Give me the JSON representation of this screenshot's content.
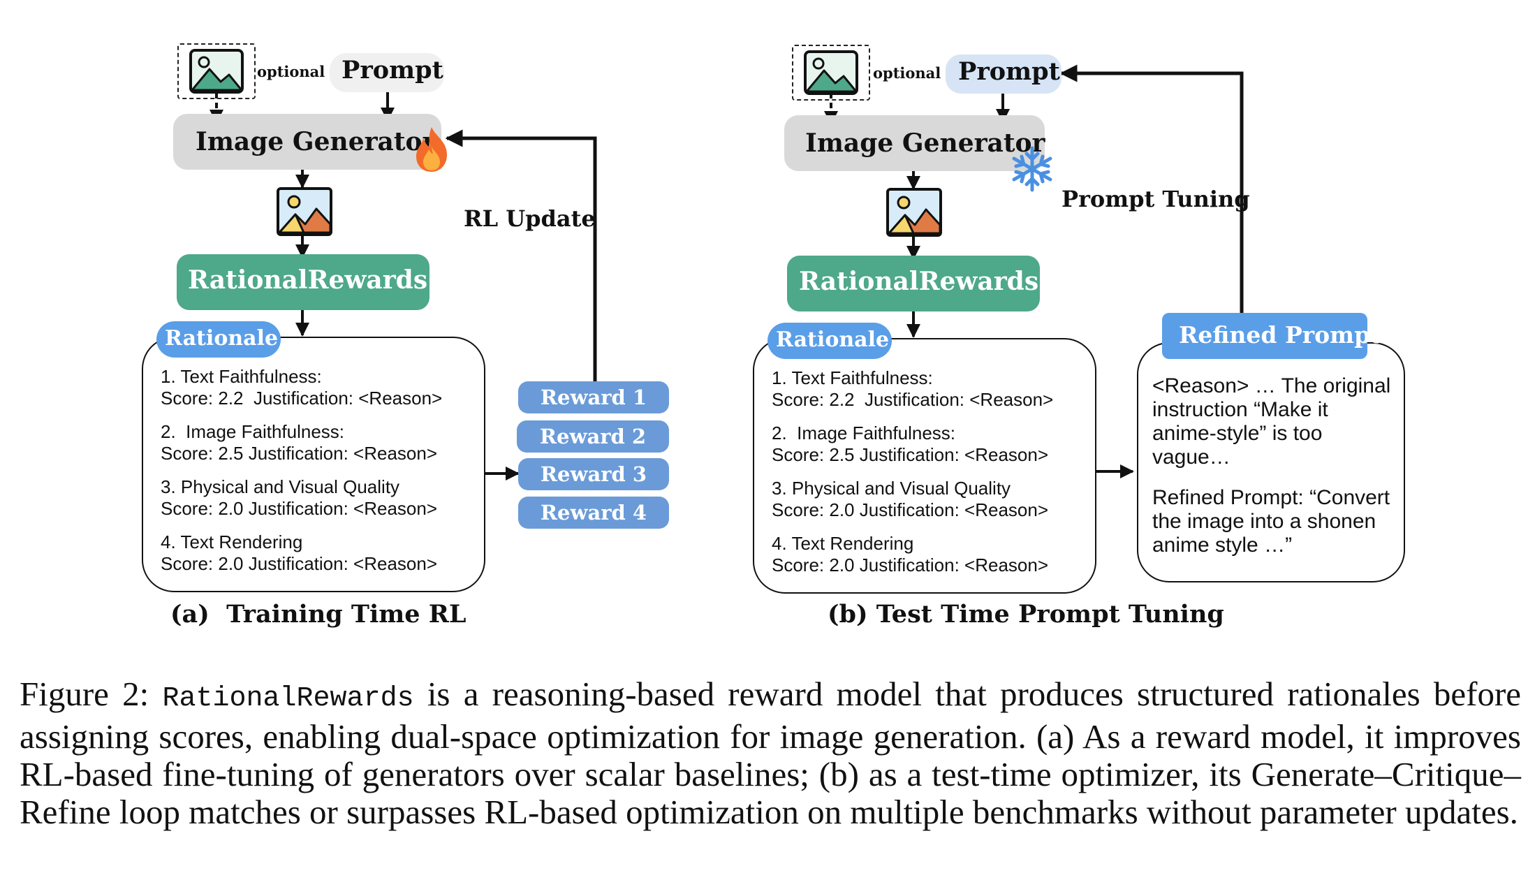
{
  "panel_a": {
    "optional": "optional",
    "prompt": "Prompt",
    "generator": "Image Generator",
    "reward_model": "RationalRewards",
    "rationale_tag": "Rationale",
    "rationale_lines": [
      "1. Text Faithfulness:",
      "Score: 2.2  Justification: <Reason>",
      "2.  Image Faithfulness:",
      "Score: 2.5 Justification: <Reason>",
      "3. Physical and Visual Quality",
      "Score: 2.0 Justification: <Reason>",
      "4. Text Rendering",
      "Score: 2.0 Justification: <Reason>"
    ],
    "rewards": [
      "Reward 1",
      "Reward 2",
      "Reward 3",
      "Reward 4"
    ],
    "update_label": "RL Update",
    "title": "(a)  Training Time RL"
  },
  "panel_b": {
    "optional": "optional",
    "prompt": "Prompt",
    "generator": "Image Generator",
    "reward_model": "RationalRewards",
    "rationale_tag": "Rationale",
    "rationale_lines": [
      "1. Text Faithfulness:",
      "Score: 2.2  Justification: <Reason>",
      "2.  Image Faithfulness:",
      "Score: 2.5 Justification: <Reason>",
      "3. Physical and Visual Quality",
      "Score: 2.0 Justification: <Reason>",
      "4. Text Rendering",
      "Score: 2.0 Justification: <Reason>"
    ],
    "tuning_label": "Prompt Tuning",
    "refined_tag": "Refined Prompt",
    "refined_lines": [
      "<Reason> … The original",
      "instruction “Make it",
      "anime-style” is too",
      "vague…",
      "Refined Prompt: “Convert",
      "the image into a shonen",
      "anime style …”"
    ],
    "title": "(b) Test Time Prompt Tuning"
  },
  "caption": {
    "label": "Figure 2:",
    "model_name": "RationalRewards",
    "text": "is a reasoning-based reward model that produces structured rationales before assigning scores, enabling dual-space optimization for image generation. (a) As a reward model, it improves RL-based fine-tuning of generators over scalar baselines; (b) as a test-time optimizer, its Generate–Critique–Refine loop matches or surpasses RL-based optimization on multiple benchmarks without parameter updates."
  },
  "icons": [
    "image-icon",
    "flame-icon",
    "snowflake-icon"
  ],
  "colors": {
    "generator_fill": "#d9d9d9",
    "reward_model_fill": "#4ea88a",
    "rationale_tag_fill": "#5a9ee8",
    "reward_fill": "#6a9bd8",
    "prompt_b_fill": "#d6e4f5"
  }
}
